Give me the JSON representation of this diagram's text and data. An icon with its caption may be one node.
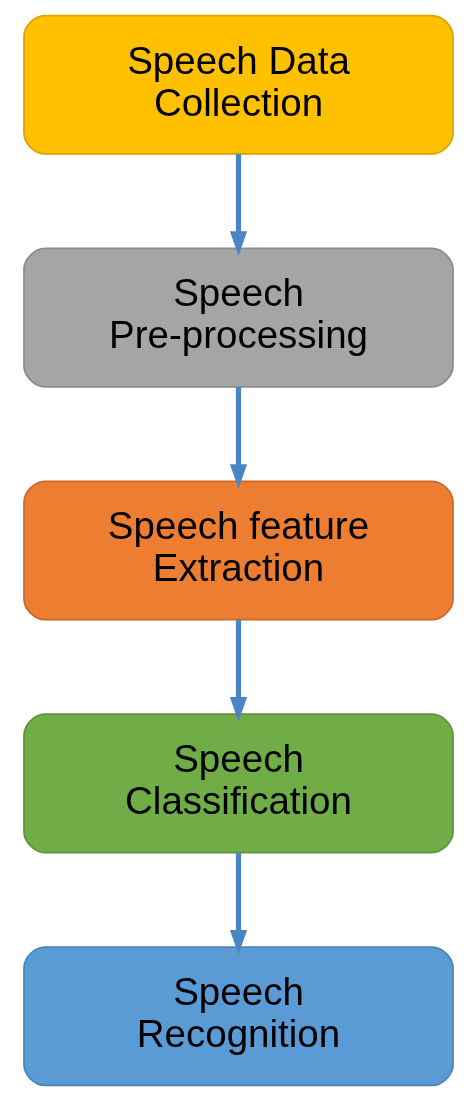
{
  "diagram": {
    "nodes": [
      {
        "text": [
          "Speech Data Collection"
        ]
      },
      {
        "text": [
          "Speech Pre-processing"
        ]
      },
      {
        "text": [
          "Speech feature Extraction"
        ]
      },
      {
        "text": [
          "Speech Classification"
        ]
      },
      {
        "text": [
          "Speech Recognition"
        ]
      }
    ],
    "edges": [
      {
        "from": 0,
        "to": 1,
        "arrow": "to"
      },
      {
        "from": 1,
        "to": 2,
        "arrow": "to"
      },
      {
        "from": 2,
        "to": 3,
        "arrow": "to"
      },
      {
        "from": 3,
        "to": 4,
        "arrow": "to"
      }
    ]
  }
}
